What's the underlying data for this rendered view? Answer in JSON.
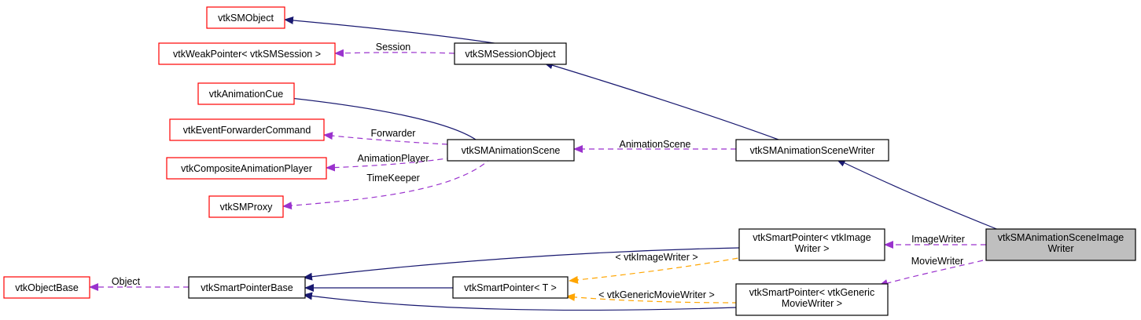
{
  "colors": {
    "inheritance": "#191970",
    "usage": "#9a32cd",
    "template": "#ffa500",
    "incomplete_border": "#ff0000",
    "complete_border": "#000000",
    "focus_fill": "#bfbfbf"
  },
  "nodes": [
    {
      "id": "vtkSMObject",
      "lines": [
        "vtkSMObject"
      ],
      "kind": "incomplete"
    },
    {
      "id": "vtkWeakPointerSession",
      "lines": [
        "vtkWeakPointer< vtkSMSession >"
      ],
      "kind": "incomplete"
    },
    {
      "id": "vtkSMSessionObject",
      "lines": [
        "vtkSMSessionObject"
      ],
      "kind": "normal"
    },
    {
      "id": "vtkAnimationCue",
      "lines": [
        "vtkAnimationCue"
      ],
      "kind": "incomplete"
    },
    {
      "id": "vtkEventForwarderCommand",
      "lines": [
        "vtkEventForwarderCommand"
      ],
      "kind": "incomplete"
    },
    {
      "id": "vtkCompositeAnimationPlayer",
      "lines": [
        "vtkCompositeAnimationPlayer"
      ],
      "kind": "incomplete"
    },
    {
      "id": "vtkSMProxy",
      "lines": [
        "vtkSMProxy"
      ],
      "kind": "incomplete"
    },
    {
      "id": "vtkSMAnimationScene",
      "lines": [
        "vtkSMAnimationScene"
      ],
      "kind": "normal"
    },
    {
      "id": "vtkSMAnimationSceneWriter",
      "lines": [
        "vtkSMAnimationSceneWriter"
      ],
      "kind": "normal"
    },
    {
      "id": "vtkObjectBase",
      "lines": [
        "vtkObjectBase"
      ],
      "kind": "incomplete"
    },
    {
      "id": "vtkSmartPointerBase",
      "lines": [
        "vtkSmartPointerBase"
      ],
      "kind": "normal"
    },
    {
      "id": "vtkSmartPointerT",
      "lines": [
        "vtkSmartPointer< T >"
      ],
      "kind": "normal"
    },
    {
      "id": "vtkSmartPointerImageWriter",
      "lines": [
        "vtkSmartPointer< vtkImage",
        "Writer >"
      ],
      "kind": "normal"
    },
    {
      "id": "vtkSmartPointerGenericMovieWriter",
      "lines": [
        "vtkSmartPointer< vtkGeneric",
        "MovieWriter >"
      ],
      "kind": "normal"
    },
    {
      "id": "vtkSMAnimationSceneImageWriter",
      "lines": [
        "vtkSMAnimationSceneImage",
        "Writer"
      ],
      "kind": "focus"
    }
  ],
  "edges": [
    {
      "id": "e-session-object-to-smobject",
      "type": "inheritance",
      "label": ""
    },
    {
      "id": "e-session-object-to-weakpointer",
      "type": "usage",
      "label": "Session"
    },
    {
      "id": "e-scene-writer-to-session-object",
      "type": "inheritance",
      "label": ""
    },
    {
      "id": "e-scene-to-animation-cue",
      "type": "inheritance",
      "label": ""
    },
    {
      "id": "e-scene-to-event-forwarder",
      "type": "usage",
      "label": "Forwarder"
    },
    {
      "id": "e-scene-to-composite-player",
      "type": "usage",
      "label": "AnimationPlayer"
    },
    {
      "id": "e-scene-to-smproxy",
      "type": "usage",
      "label": "TimeKeeper"
    },
    {
      "id": "e-scene-writer-to-scene",
      "type": "usage",
      "label": "AnimationScene"
    },
    {
      "id": "e-image-writer-to-scene-writer",
      "type": "inheritance",
      "label": ""
    },
    {
      "id": "e-image-writer-to-sp-image",
      "type": "usage",
      "label": "ImageWriter"
    },
    {
      "id": "e-image-writer-to-sp-movie",
      "type": "usage",
      "label": "MovieWriter"
    },
    {
      "id": "e-sp-image-to-sp-base",
      "type": "inheritance",
      "label": ""
    },
    {
      "id": "e-sp-t-to-sp-base",
      "type": "inheritance",
      "label": ""
    },
    {
      "id": "e-sp-movie-to-sp-base",
      "type": "inheritance",
      "label": ""
    },
    {
      "id": "e-sp-base-to-object-base",
      "type": "usage",
      "label": "Object"
    },
    {
      "id": "e-sp-image-to-sp-t",
      "type": "template",
      "label": "< vtkImageWriter >"
    },
    {
      "id": "e-sp-movie-to-sp-t",
      "type": "template",
      "label": "< vtkGenericMovieWriter >"
    }
  ]
}
